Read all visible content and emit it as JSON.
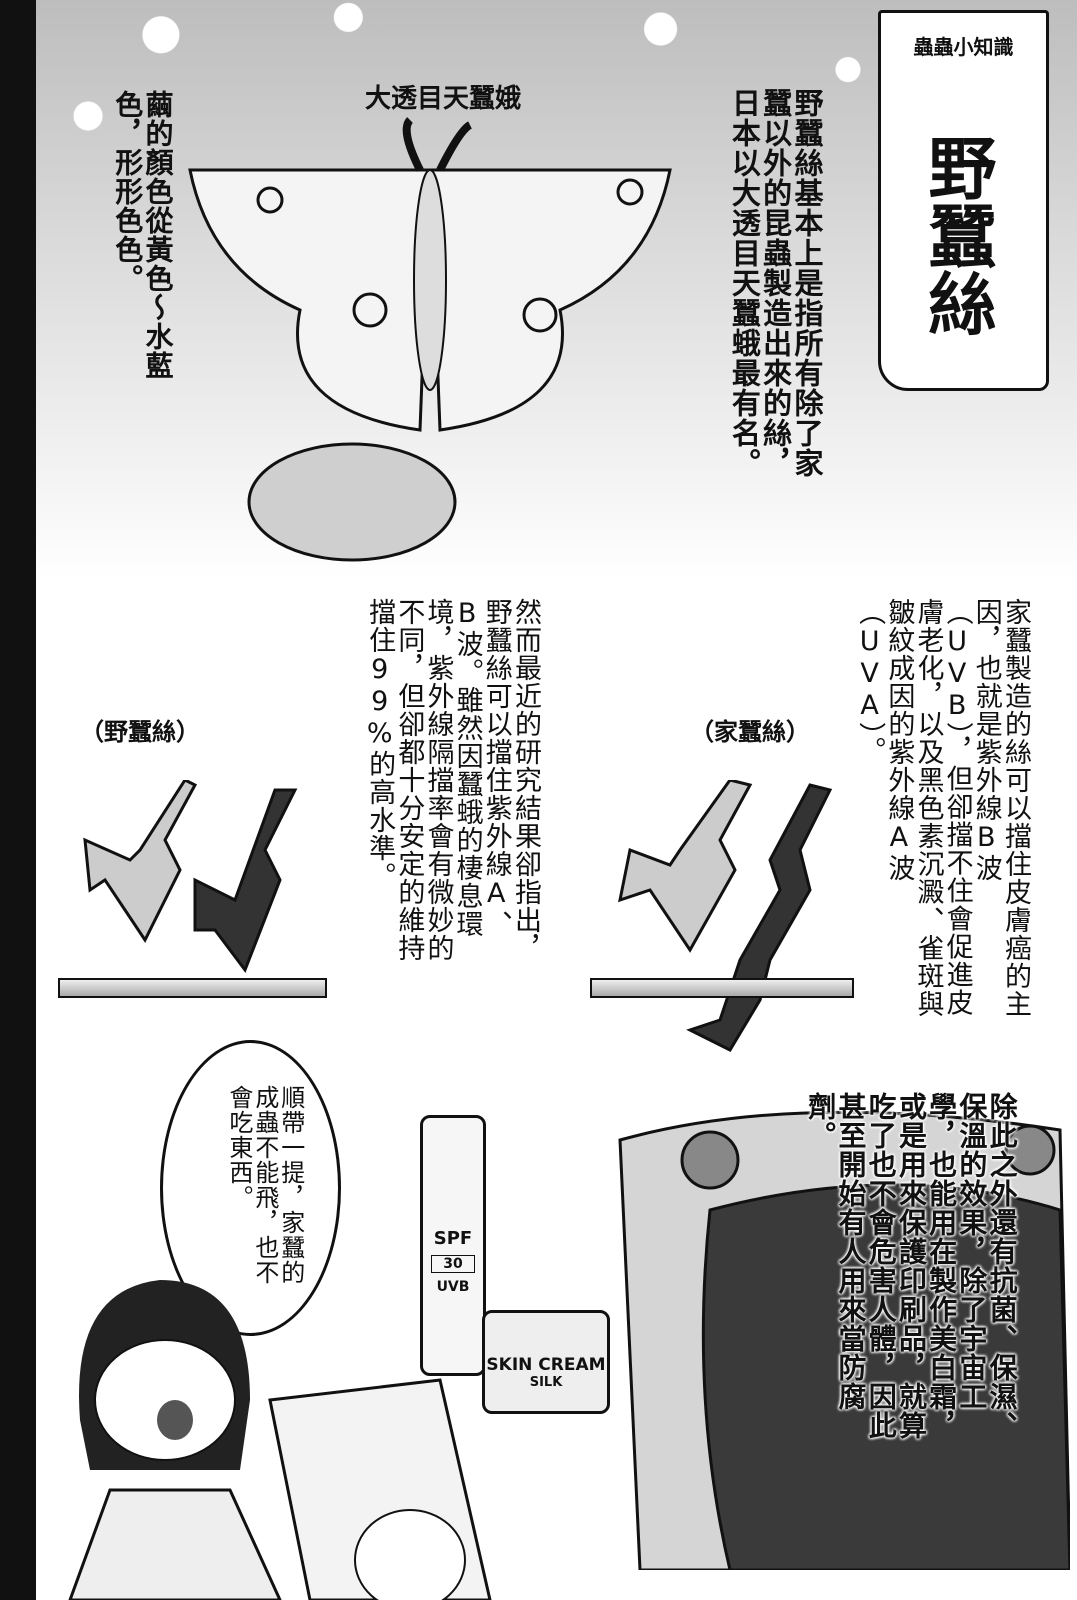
{
  "infobox": {
    "kicker": "蟲蟲小知識",
    "title": "野蠶絲"
  },
  "moth_label": "大透目天蠶娥",
  "intro_text": "野蠶絲基本上是指所有除了家蠶以外的昆蟲製造出來的絲，日本以大透目天蠶蛾最有名。",
  "cocoon_text": "繭的顏色從黃色～水藍色，形形色色。",
  "domestic": {
    "label": "（家蠶絲）",
    "text": "家蠶製造的絲可以擋住皮膚癌的主因，也就是紫外線B波（UVB），但卻擋不住會促進皮膚老化，以及黑色素沉澱、雀斑與皺紋成因的紫外線A波（UVA）。"
  },
  "wild": {
    "label": "（野蠶絲）",
    "text": "然而最近的研究結果卻指出，野蠶絲可以擋住紫外線A、B波。雖然因蠶蛾的棲息環境，紫外線隔擋率會有微妙的不同，但卻都十分安定的維持擋住99%的高水準。"
  },
  "speech_bubble": "順帶一提，家蠶的成蟲不能飛，也不會吃東西。",
  "helmet_text": "除此之外還有抗菌、保濕、保溫的效果，除了宇宙工學，也能用在製作美白霜，或是用來保護印刷品，就算吃了也不會危害人體，因此甚至開始有人用來當防腐劑。",
  "products": {
    "bottle_brand": "SPF",
    "bottle_number": "30",
    "bottle_sub": "UVB",
    "jar_label": "SKIN CREAM",
    "jar_sub": "SILK"
  }
}
